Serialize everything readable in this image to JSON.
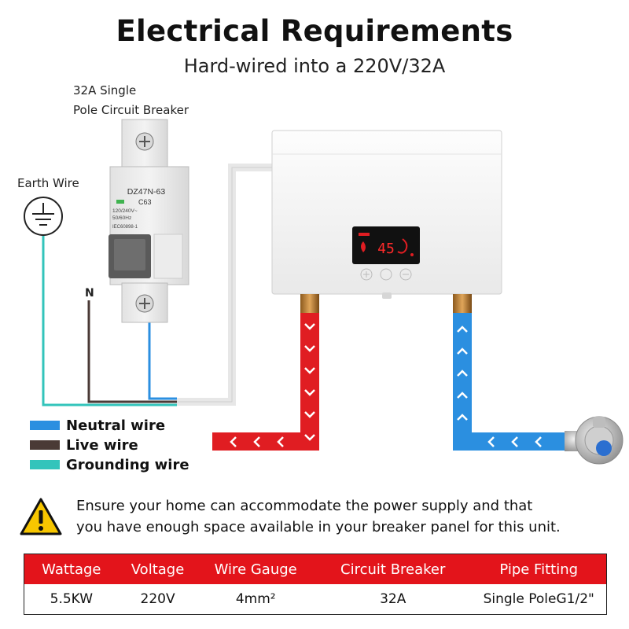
{
  "header": {
    "title": "Electrical Requirements",
    "subtitle": "Hard-wired into a 220V/32A"
  },
  "breaker": {
    "caption_line1": "32A Single",
    "caption_line2": "Pole Circuit Breaker",
    "model": "DZ47N-63",
    "rating": "C63",
    "spec_line1": "120/240V~",
    "spec_line2": "50/60Hz",
    "standard": "IEC60898-1"
  },
  "labels": {
    "earth_wire": "Earth Wire",
    "neutral_marker": "N"
  },
  "heater": {
    "display_value": "45"
  },
  "legend": [
    {
      "label": "Neutral wire",
      "color": "#2b8fe0"
    },
    {
      "label": "Live wire",
      "color": "#4a3a36"
    },
    {
      "label": "Grounding wire",
      "color": "#33c4bb"
    }
  ],
  "notice": {
    "line1": "Ensure your home can accommodate the power supply and that",
    "line2": "you have enough space available in your breaker panel for this unit."
  },
  "table": {
    "headers": [
      "Wattage",
      "Voltage",
      "Wire Gauge",
      "Circuit Breaker",
      "Pipe Fitting"
    ],
    "values": [
      "5.5KW",
      "220V",
      "4mm²",
      "32A",
      "Single PoleG1/2\""
    ]
  },
  "colors": {
    "hot_pipe": "#e01d22",
    "cold_pipe": "#2b8fe0",
    "table_header": "#e3141b",
    "warning": "#f7c600"
  },
  "icons": [
    "earth-ground-icon",
    "warning-icon",
    "valve-icon"
  ]
}
